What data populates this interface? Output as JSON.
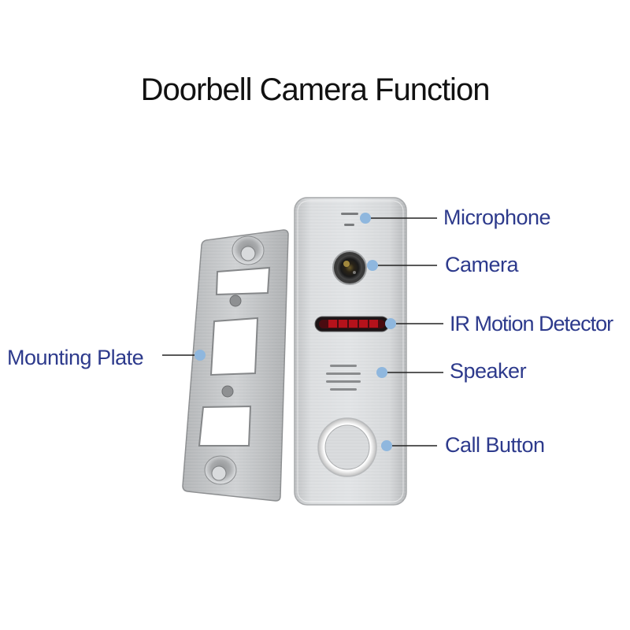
{
  "title": "Doorbell Camera Function",
  "labels": {
    "microphone": "Microphone",
    "camera": "Camera",
    "ir_motion_detector": "IR Motion Detector",
    "speaker": "Speaker",
    "call_button": "Call Button",
    "mounting_plate": "Mounting Plate"
  },
  "colors": {
    "label_text": "#2d3a8c",
    "callout_dot": "#8fb7de",
    "leader_line": "#222222",
    "panel_metal": "#d2d4d6",
    "plate_metal": "#c4c6c8",
    "ir_led": "#b5121b"
  }
}
